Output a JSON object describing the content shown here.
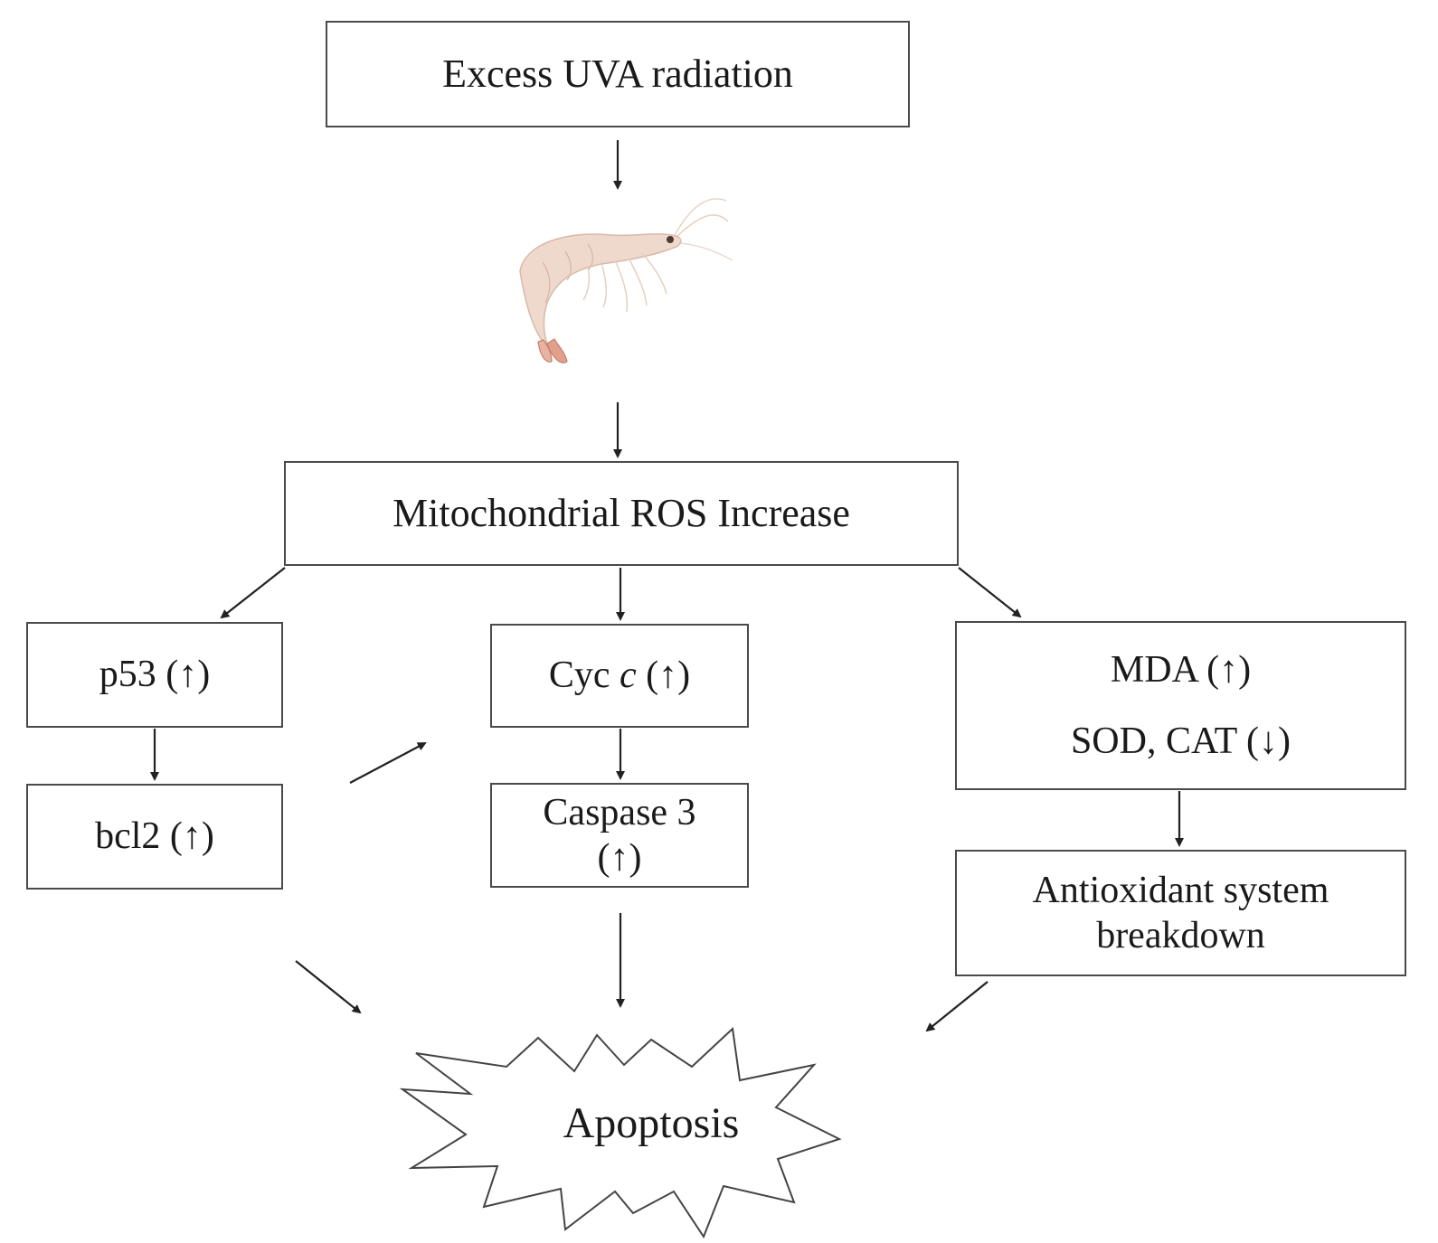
{
  "diagram": {
    "top_box": "Excess UVA radiation",
    "organism_icon": "shrimp",
    "ros_box": "Mitochondrial ROS Increase",
    "p53_box": "p53 (↑)",
    "bcl2_box": "bcl2 (↑)",
    "cyc_box": {
      "prefix": "Cyc ",
      "italic": "c",
      "suffix": " (↑)"
    },
    "caspase_box": {
      "line1": "Caspase 3",
      "line2": "(↑)"
    },
    "mda_box": {
      "line1": "MDA (↑)",
      "line2": "SOD, CAT (↓)"
    },
    "antioxidant_box": {
      "line1": "Antioxidant system",
      "line2": "breakdown"
    },
    "outcome": "Apoptosis"
  }
}
